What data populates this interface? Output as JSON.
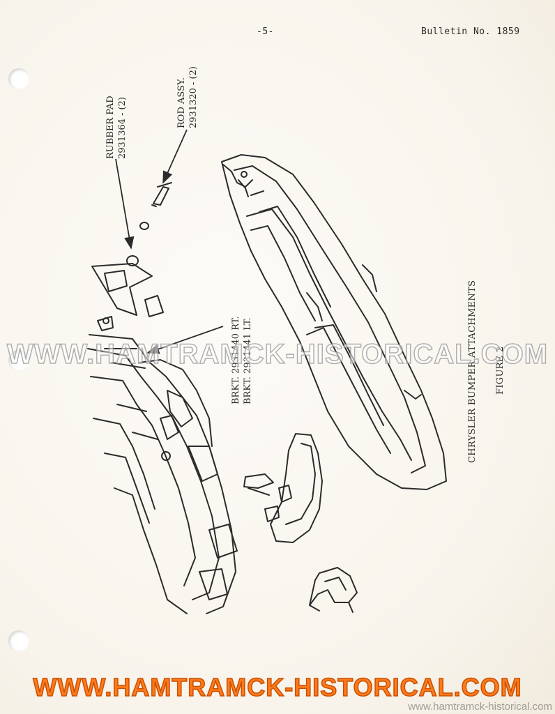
{
  "header": {
    "page_number": "-5-",
    "bulletin": "Bulletin No. 1859"
  },
  "callouts": {
    "rubber_pad": {
      "line1": "RUBBER PAD",
      "line2": "2931364 - (2)"
    },
    "rod_assy": {
      "line1": "ROD ASSY.",
      "line2": "2931320 - (2)"
    },
    "bracket": {
      "line1": "BRKT. 2931440 RT.",
      "line2": "BRKT. 2931441 LT."
    }
  },
  "figure": {
    "caption": "CHRYSLER BUMPER ATTACHMENTS",
    "label": "FIGURE 2"
  },
  "watermark": {
    "text": "WWW.HAMTRAMCK-HISTORICAL.COM",
    "corner_text": "www.hamtramck-historical.com"
  },
  "colors": {
    "ink": "#2b2b2b",
    "watermark_orange": "#ff7a1a"
  }
}
